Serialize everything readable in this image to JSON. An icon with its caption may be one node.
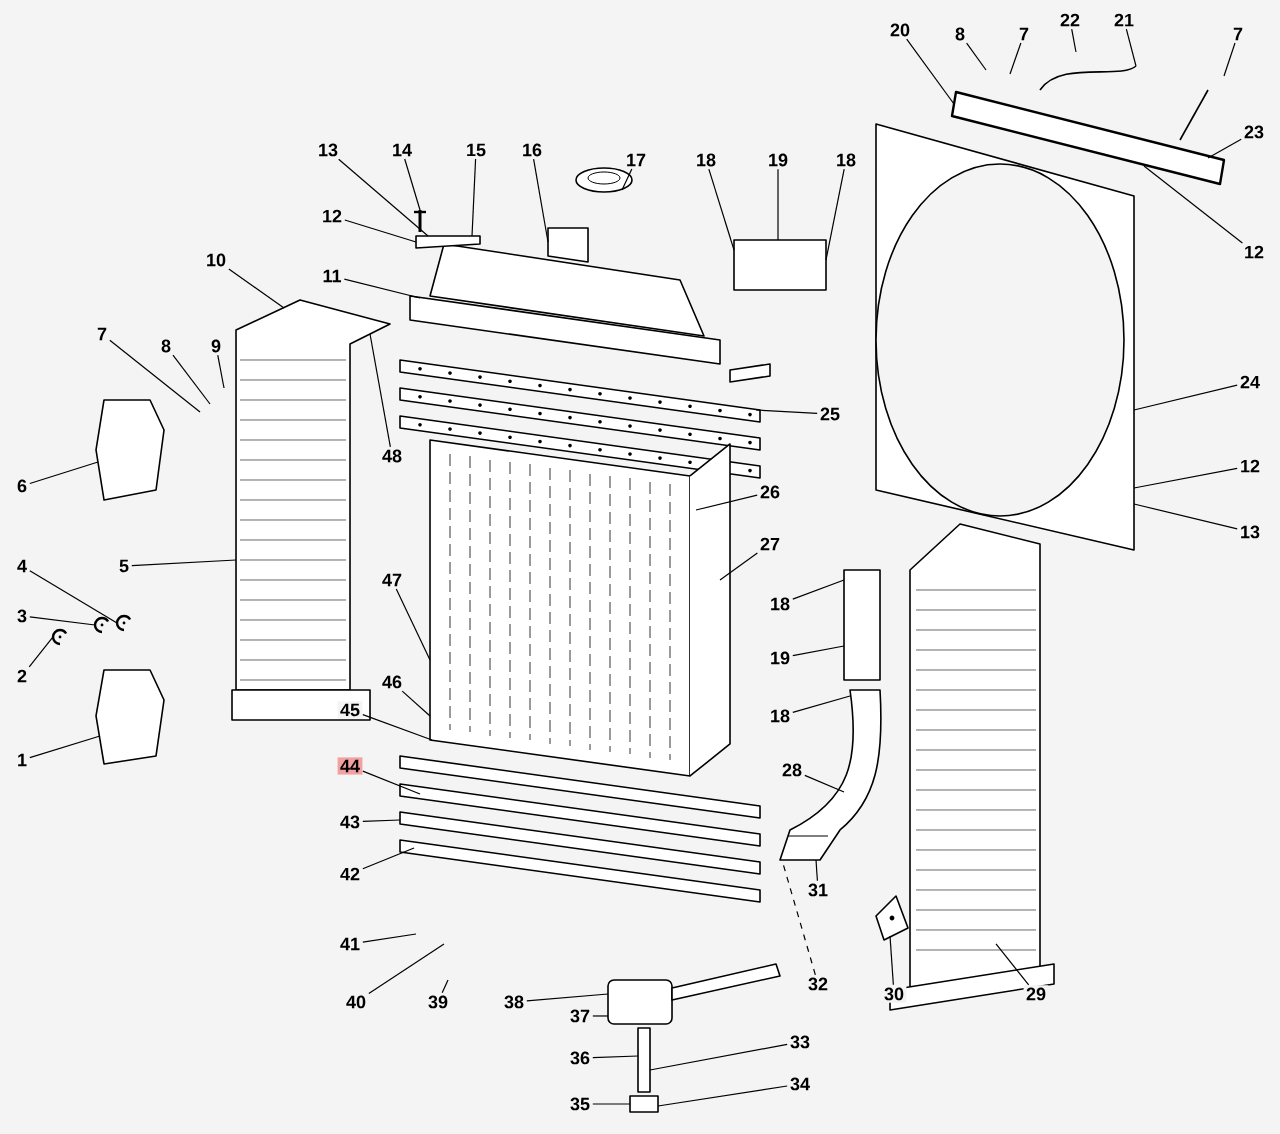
{
  "diagram": {
    "nodes": [
      {
        "text": [
          "13"
        ]
      },
      {
        "text": [
          "14"
        ]
      },
      {
        "text": [
          "15"
        ]
      },
      {
        "text": [
          "16"
        ]
      },
      {
        "text": [
          "17"
        ]
      },
      {
        "text": [
          "12"
        ]
      },
      {
        "text": [
          "11"
        ]
      },
      {
        "text": [
          "10"
        ]
      },
      {
        "text": [
          "7"
        ]
      },
      {
        "text": [
          "8"
        ]
      },
      {
        "text": [
          "9"
        ]
      },
      {
        "text": [
          "48"
        ]
      },
      {
        "text": [
          "6"
        ]
      },
      {
        "text": [
          "5"
        ]
      },
      {
        "text": [
          "4"
        ]
      },
      {
        "text": [
          "3"
        ]
      },
      {
        "text": [
          "2"
        ]
      },
      {
        "text": [
          "1"
        ]
      },
      {
        "text": [
          "47"
        ]
      },
      {
        "text": [
          "46"
        ]
      },
      {
        "text": [
          "45"
        ]
      },
      {
        "text": [
          "44"
        ]
      },
      {
        "text": [
          "43"
        ]
      },
      {
        "text": [
          "42"
        ]
      },
      {
        "text": [
          "41"
        ]
      },
      {
        "text": [
          "40"
        ]
      },
      {
        "text": [
          "39"
        ]
      },
      {
        "text": [
          "38"
        ]
      },
      {
        "text": [
          "37"
        ]
      },
      {
        "text": [
          "36"
        ]
      },
      {
        "text": [
          "35"
        ]
      },
      {
        "text": [
          "34"
        ]
      },
      {
        "text": [
          "33"
        ]
      },
      {
        "text": [
          "32"
        ]
      },
      {
        "text": [
          "31"
        ]
      },
      {
        "text": [
          "30"
        ]
      },
      {
        "text": [
          "29"
        ]
      },
      {
        "text": [
          "28"
        ]
      },
      {
        "text": [
          "18"
        ]
      },
      {
        "text": [
          "19"
        ]
      },
      {
        "text": [
          "18"
        ]
      },
      {
        "text": [
          "27"
        ]
      },
      {
        "text": [
          "26"
        ]
      },
      {
        "text": [
          "25"
        ]
      },
      {
        "text": [
          "24"
        ]
      },
      {
        "text": [
          "12"
        ]
      },
      {
        "text": [
          "13"
        ]
      },
      {
        "text": [
          "18"
        ]
      },
      {
        "text": [
          "19"
        ]
      },
      {
        "text": [
          "18"
        ]
      },
      {
        "text": [
          "20"
        ]
      },
      {
        "text": [
          "8"
        ]
      },
      {
        "text": [
          "7"
        ]
      },
      {
        "text": [
          "22"
        ]
      },
      {
        "text": [
          "21"
        ]
      },
      {
        "text": [
          "7"
        ]
      },
      {
        "text": [
          "23"
        ]
      },
      {
        "text": [
          "12"
        ]
      },
      {
        "text": [],
        "shape": "picture"
      },
      {
        "text": [],
        "shape": "picture"
      },
      {
        "text": [],
        "shape": "picture"
      },
      {
        "text": [],
        "shape": "picture"
      },
      {
        "text": [],
        "shape": "box"
      },
      {
        "text": [],
        "shape": "picture"
      },
      {
        "text": [],
        "shape": "picture"
      },
      {
        "text": [],
        "shape": "picture"
      },
      {
        "text": [],
        "shape": "picture"
      },
      {
        "text": [],
        "shape": "picture"
      },
      {
        "text": [],
        "shape": "picture"
      },
      {
        "text": [],
        "shape": "picture"
      },
      {
        "text": [],
        "shape": "box"
      },
      {
        "text": [],
        "shape": "box"
      },
      {
        "text": [],
        "shape": "picture"
      },
      {
        "text": [],
        "shape": "picture"
      },
      {
        "text": [],
        "shape": "picture"
      },
      {
        "text": [],
        "shape": "picture"
      },
      {
        "text": [],
        "shape": "box"
      },
      {
        "text": [],
        "shape": "box"
      },
      {
        "text": [],
        "shape": "picture"
      },
      {
        "text": [],
        "shape": "picture"
      },
      {
        "text": [],
        "shape": "box"
      }
    ],
    "edges": [
      {
        "from": 0,
        "to": 62,
        "arrow": "none"
      },
      {
        "from": 1,
        "to": 63,
        "arrow": "none"
      },
      {
        "from": 2,
        "to": 62,
        "arrow": "none"
      },
      {
        "from": 3,
        "to": 60,
        "arrow": "none"
      },
      {
        "from": 4,
        "to": 61,
        "arrow": "none"
      },
      {
        "from": 5,
        "to": 62,
        "arrow": "none"
      },
      {
        "from": 6,
        "to": 60,
        "arrow": "none"
      },
      {
        "from": 7,
        "to": 69,
        "arrow": "none"
      },
      {
        "from": 8,
        "to": null,
        "arrow": "none"
      },
      {
        "from": 9,
        "to": null,
        "arrow": "none"
      },
      {
        "from": 10,
        "to": null,
        "arrow": "none"
      },
      {
        "from": 11,
        "to": 69,
        "arrow": "none"
      },
      {
        "from": 12,
        "to": 70,
        "arrow": "none"
      },
      {
        "from": 13,
        "to": 69,
        "arrow": "none"
      },
      {
        "from": 14,
        "to": 72,
        "arrow": "none"
      },
      {
        "from": 15,
        "to": 73,
        "arrow": "none"
      },
      {
        "from": 16,
        "to": 74,
        "arrow": "none"
      },
      {
        "from": 17,
        "to": 71,
        "arrow": "none"
      },
      {
        "from": 18,
        "to": 65,
        "arrow": "none"
      },
      {
        "from": 19,
        "to": 65,
        "arrow": "none"
      },
      {
        "from": 20,
        "to": 65,
        "arrow": "none"
      },
      {
        "from": 21,
        "to": 66,
        "arrow": "none"
      },
      {
        "from": 22,
        "to": 66,
        "arrow": "none"
      },
      {
        "from": 23,
        "to": 66,
        "arrow": "none"
      },
      {
        "from": 24,
        "to": null,
        "arrow": "none"
      },
      {
        "from": 25,
        "to": null,
        "arrow": "none"
      },
      {
        "from": 26,
        "to": null,
        "arrow": "none"
      },
      {
        "from": 27,
        "to": 67,
        "arrow": "none"
      },
      {
        "from": 28,
        "to": 67,
        "arrow": "none"
      },
      {
        "from": 29,
        "to": 68,
        "arrow": "none"
      },
      {
        "from": 30,
        "to": 68,
        "arrow": "none"
      },
      {
        "from": 31,
        "to": 68,
        "arrow": "none"
      },
      {
        "from": 32,
        "to": 68,
        "arrow": "none"
      },
      {
        "from": 33,
        "to": 78,
        "arrow": "none",
        "style": "dashed"
      },
      {
        "from": 34,
        "to": 78,
        "arrow": "none"
      },
      {
        "from": 35,
        "to": 79,
        "arrow": "none"
      },
      {
        "from": 36,
        "to": 75,
        "arrow": "none"
      },
      {
        "from": 37,
        "to": 78,
        "arrow": "none"
      },
      {
        "from": 38,
        "to": 78,
        "arrow": "none"
      },
      {
        "from": 39,
        "to": 77,
        "arrow": "none"
      },
      {
        "from": 40,
        "to": 77,
        "arrow": "none"
      },
      {
        "from": 41,
        "to": 65,
        "arrow": "none"
      },
      {
        "from": 42,
        "to": 65,
        "arrow": "none"
      },
      {
        "from": 43,
        "to": 64,
        "arrow": "none"
      },
      {
        "from": 44,
        "to": 58,
        "arrow": "none"
      },
      {
        "from": 45,
        "to": 58,
        "arrow": "none"
      },
      {
        "from": 46,
        "to": 58,
        "arrow": "none"
      },
      {
        "from": 47,
        "to": 76,
        "arrow": "none"
      },
      {
        "from": 48,
        "to": 76,
        "arrow": "none"
      },
      {
        "from": 49,
        "to": 76,
        "arrow": "none"
      },
      {
        "from": 50,
        "to": 59,
        "arrow": "none"
      },
      {
        "from": 51,
        "to": null,
        "arrow": "none"
      },
      {
        "from": 52,
        "to": null,
        "arrow": "none"
      },
      {
        "from": 53,
        "to": null,
        "arrow": "none"
      },
      {
        "from": 54,
        "to": 59,
        "arrow": "none"
      },
      {
        "from": 55,
        "to": null,
        "arrow": "none"
      },
      {
        "from": 56,
        "to": 59,
        "arrow": "none"
      },
      {
        "from": 57,
        "to": 59,
        "arrow": "none"
      }
    ]
  }
}
